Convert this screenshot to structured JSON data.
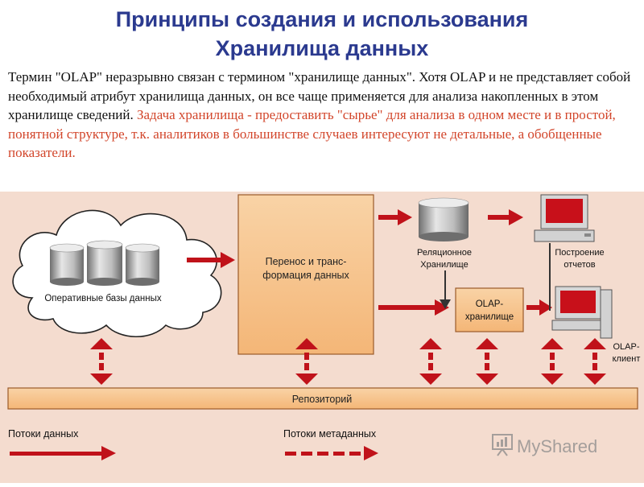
{
  "title": {
    "line1": "Принципы создания и использования",
    "line2": "Хранилища данных"
  },
  "paragraph": {
    "black_text": "Термин \"OLAP\" неразрывно связан с термином \"хранилище данных\". Хотя OLAP и не представляет собой необходимый атрибут хранилища данных, он все чаще применяется для анализа накопленных в этом хранилище сведений.",
    "red_text": "Задача хранилища - предоставить \"сырье\" для анализа в одном месте и в простой, понятной структуре, т.к. аналитиков в большинстве случаев интересуют не детальные, а обобщенные показатели."
  },
  "diagram": {
    "operational_db_label": "Оперативные базы данных",
    "transform_line1": "Перенос и транс-",
    "transform_line2": "формация данных",
    "relational_line1": "Реляционное",
    "relational_line2": "Хранилище",
    "reports_line1": "Построение",
    "reports_line2": "отчетов",
    "olap_store_line1": "OLAP-",
    "olap_store_line2": "хранилище",
    "olap_client_line1": "OLAP-",
    "olap_client_line2": "клиент",
    "repository_label": "Репозиторий",
    "legend_data_flow": "Потоки данных",
    "legend_metadata_flow": "Потоки метаданных"
  },
  "watermark": "MyShared",
  "colors": {
    "title": "#2b3a8f",
    "accent_red": "#c0121a",
    "highlight_text": "#d2452a",
    "box_fill": "#f7c690",
    "diagram_bg": "#f4dccf"
  }
}
